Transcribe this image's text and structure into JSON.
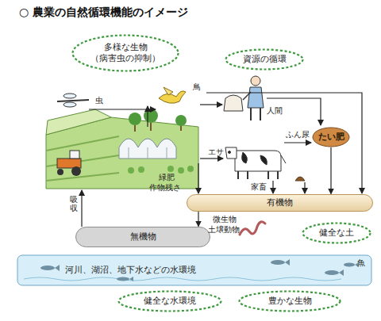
{
  "diagram": {
    "title": "○ 農業の自然循環機能のイメージ",
    "nodes": [
      {
        "text": [
          "多様な生物",
          "（病害虫の抑制）"
        ]
      },
      {
        "text": [
          "資源の循環"
        ]
      },
      {
        "text": [
          "たい肥"
        ]
      },
      {
        "text": [
          "有機物"
        ]
      },
      {
        "text": [
          "無機物"
        ]
      },
      {
        "text": [
          "健全な土"
        ]
      },
      {
        "text": [
          "河川、湖沼、地下水などの水環境"
        ]
      },
      {
        "text": [
          "健全な水環境"
        ]
      },
      {
        "text": [
          "豊かな生物"
        ]
      }
    ],
    "edges": [
      {
        "from": 2,
        "to": 3,
        "arrow": "to"
      },
      {
        "from": 3,
        "to": 4,
        "arrow": "to"
      }
    ],
    "labels": [
      "虫",
      "鳥",
      "人間",
      "ふん尿",
      "エサ",
      "家畜",
      "緑肥",
      "作物残さ",
      "吸収",
      "微生物",
      "土壌動物",
      "魚"
    ]
  }
}
